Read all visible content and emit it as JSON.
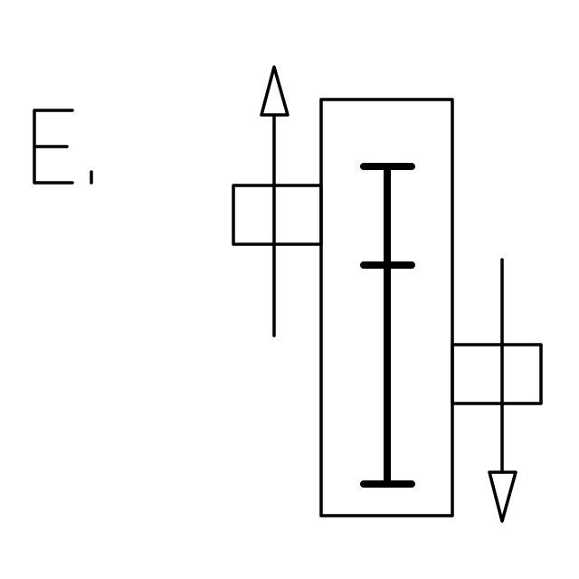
{
  "diagram": {
    "label": "E,",
    "colors": {
      "line": "#000000",
      "background": "#ffffff"
    },
    "elements": {
      "input_shaft": "shaft",
      "output_shaft": "shaft",
      "housing": "gearbox-housing",
      "gear_symbol": "gear-mesh",
      "input_arrow": "arrow-up",
      "output_arrow": "arrow-down"
    }
  }
}
